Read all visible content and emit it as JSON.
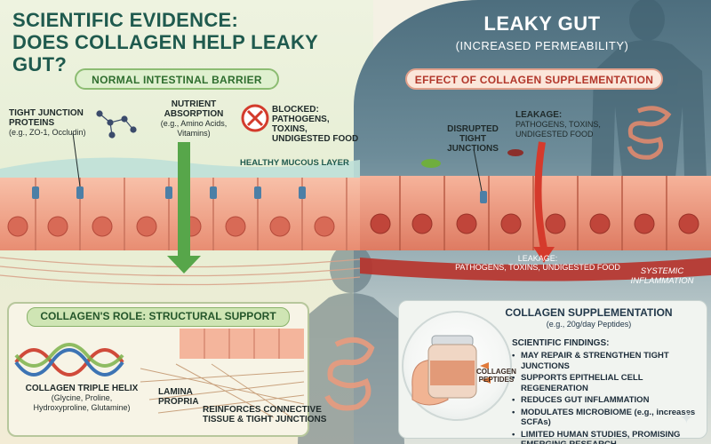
{
  "title": {
    "line1": "SCIENTIFIC EVIDENCE:",
    "line2": "DOES COLLAGEN HELP LEAKY GUT?"
  },
  "right_title": {
    "line1": "LEAKY GUT",
    "line2": "(INCREASED PERMEABILITY)"
  },
  "left_section": {
    "pill": "NORMAL INTESTINAL BARRIER",
    "tight_junction": {
      "title1": "TIGHT JUNCTION",
      "title2": "PROTEINS",
      "sub": "(e.g., ZO-1, Occludin)"
    },
    "nutrient": {
      "title1": "NUTRIENT",
      "title2": "ABSORPTION",
      "sub1": "(e.g., Amino Acids,",
      "sub2": "Vitamins)"
    },
    "blocked": {
      "line1": "BLOCKED:",
      "line2": "PATHOGENS,",
      "line3": "TOXINS,",
      "line4": "UNDIGESTED FOOD"
    },
    "mucous": "HEALTHY MUCOUS LAYER"
  },
  "right_section": {
    "pill": "EFFECT OF COLLAGEN SUPPLEMENTATION",
    "disrupted": {
      "line1": "DISRUPTED",
      "line2": "TIGHT JUNCTIONS"
    },
    "leakage_top": {
      "line1": "LEAKAGE:",
      "line2": "PATHOGENS, TOXINS,",
      "line3": "UNDIGESTED FOOD"
    },
    "leakage_bottom": {
      "line1": "LEAKAGE:",
      "line2": "PATHOGENS, TOXINS, UNDIGESTED FOOD"
    },
    "systemic": {
      "line1": "SYSTEMIC",
      "line2": "INFLAMMATION"
    }
  },
  "role_panel": {
    "title": "COLLAGEN'S ROLE: STRUCTURAL SUPPORT",
    "helix_title": "COLLAGEN TRIPLE HELIX",
    "helix_sub1": "(Glycine, Proline,",
    "helix_sub2": "Hydroxyproline, Glutamine)",
    "lamina1": "LAMINA",
    "lamina2": "PROPRIA",
    "reinforces1": "REINFORCES CONNECTIVE",
    "reinforces2": "TISSUE & TIGHT JUNCTIONS"
  },
  "supp_panel": {
    "title": "COLLAGEN SUPPLEMENTATION",
    "subtitle": "(e.g., 20g/day Peptides)",
    "jar_label1": "COLLAGEN",
    "jar_label2": "PEPTIDES",
    "findings_title": "SCIENTIFIC FINDINGS:",
    "findings": [
      "MAY REPAIR & STRENGTHEN TIGHT JUNCTIONS",
      "SUPPORTS EPITHELIAL CELL REGENERATION",
      "REDUCES GUT INFLAMMATION",
      "MODULATES MICROBIOME (e.g., increases SCFAs)",
      "LIMITED HUMAN STUDIES, PROMISING EMERGING RESEARCH"
    ]
  },
  "colors": {
    "title": "#1f5a4e",
    "healthy_green": "#3f9a3a",
    "leak_red": "#c8352a",
    "cell": "#f2a98f",
    "nucleus": "#c44a3a"
  }
}
